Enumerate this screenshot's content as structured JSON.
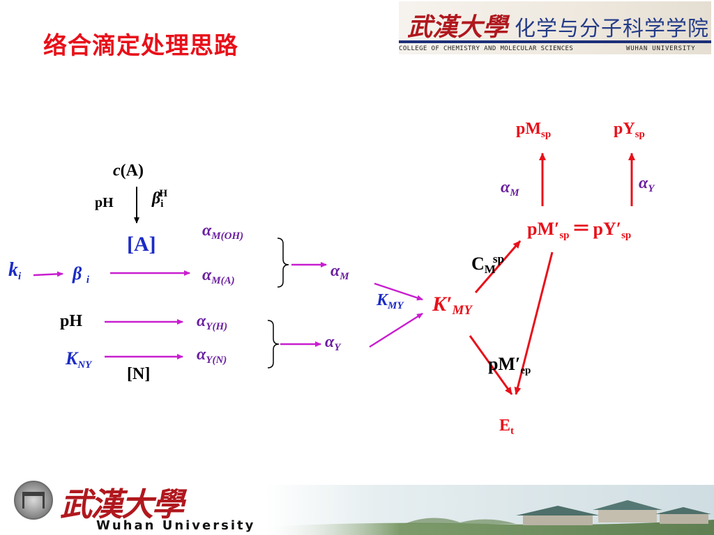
{
  "slide": {
    "title": "络合滴定处理思路"
  },
  "header_logo": {
    "name_cn_calligraphy": "武漢大學",
    "school_cn": "化学与分子科学学院",
    "school_en": "COLLEGE OF CHEMISTRY AND MOLECULAR SCIENCES",
    "university_en": "WUHAN UNIVERSITY"
  },
  "footer_logo": {
    "name_cn_calligraphy": "武漢大學",
    "name_en": "Wuhan University"
  },
  "diagram": {
    "cA": {
      "c": "c",
      "rest": "(A)"
    },
    "pH_top": "pH",
    "betaH": {
      "sym": "β",
      "sub": "i",
      "sup": "H"
    },
    "A_conc": "[A]",
    "k_i": {
      "sym": "k",
      "sub": "i"
    },
    "beta_i": {
      "sym": "β",
      "sub": "i"
    },
    "alpha_MOH": {
      "sym": "α",
      "sub": "M(OH)"
    },
    "alpha_MA": {
      "sym": "α",
      "sub": "M(A)"
    },
    "alpha_M_mid": {
      "sym": "α",
      "sub": "M"
    },
    "pH_mid": "pH",
    "alpha_YH": {
      "sym": "α",
      "sub": "Y(H)"
    },
    "K_NY": {
      "sym": "K",
      "sub": "NY"
    },
    "alpha_YN": {
      "sym": "α",
      "sub": "Y(N)"
    },
    "N_conc": "[N]",
    "alpha_Y_mid": {
      "sym": "α",
      "sub": "Y"
    },
    "K_MY": {
      "sym": "K",
      "sub": "MY"
    },
    "K_prime_MY": {
      "sym": "K′",
      "sub": "MY"
    },
    "C_M_sp": {
      "sym": "C",
      "sub": "M",
      "sup": "sp"
    },
    "pM_sp": {
      "sym": "pM",
      "sub": "sp"
    },
    "pY_sp": {
      "sym": "pY",
      "sub": "sp"
    },
    "alpha_M_right": {
      "sym": "α",
      "sub": "M"
    },
    "alpha_Y_right": {
      "sym": "α",
      "sub": "Y"
    },
    "pM_prime_sp": {
      "sym": "pM′",
      "sub": "sp"
    },
    "equals": "＝",
    "pY_prime_sp": {
      "sym": "pY′",
      "sub": "sp"
    },
    "pM_prime_ep": {
      "sym": "pM′",
      "sub": "ep"
    },
    "Et": {
      "sym": "E",
      "sub": "t"
    }
  },
  "colors": {
    "title_red": "#e8101a",
    "arrow_magenta": "#c81ecf",
    "arrow_red": "#e8101a",
    "label_blue": "#1b2bc6",
    "label_purple": "#6a1fa0"
  }
}
